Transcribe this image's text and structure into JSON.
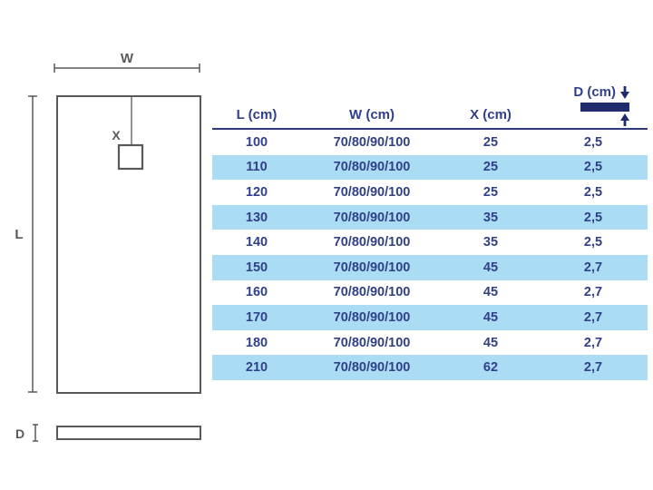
{
  "colors": {
    "table_text_navy": "#31408a",
    "header_underline_navy": "#2d3a7b",
    "highlight_row_blue": "#aadcf4",
    "depth_bar_navy": "#1f2b6c",
    "diagram_line_gray": "#595959",
    "background": "#ffffff"
  },
  "diagram": {
    "width_label": "W",
    "length_label": "L",
    "drain_offset_label": "X",
    "depth_label": "D"
  },
  "table": {
    "headers": [
      {
        "label": "L (cm)"
      },
      {
        "label": "W (cm)"
      },
      {
        "label": "X (cm)"
      },
      {
        "label": "D (cm)"
      }
    ],
    "rows": [
      [
        "100",
        "70/80/90/100",
        "25",
        "2,5"
      ],
      [
        "110",
        "70/80/90/100",
        "25",
        "2,5"
      ],
      [
        "120",
        "70/80/90/100",
        "25",
        "2,5"
      ],
      [
        "130",
        "70/80/90/100",
        "35",
        "2,5"
      ],
      [
        "140",
        "70/80/90/100",
        "35",
        "2,5"
      ],
      [
        "150",
        "70/80/90/100",
        "45",
        "2,7"
      ],
      [
        "160",
        "70/80/90/100",
        "45",
        "2,7"
      ],
      [
        "170",
        "70/80/90/100",
        "45",
        "2,7"
      ],
      [
        "180",
        "70/80/90/100",
        "45",
        "2,7"
      ],
      [
        "210",
        "70/80/90/100",
        "62",
        "2,7"
      ]
    ]
  }
}
